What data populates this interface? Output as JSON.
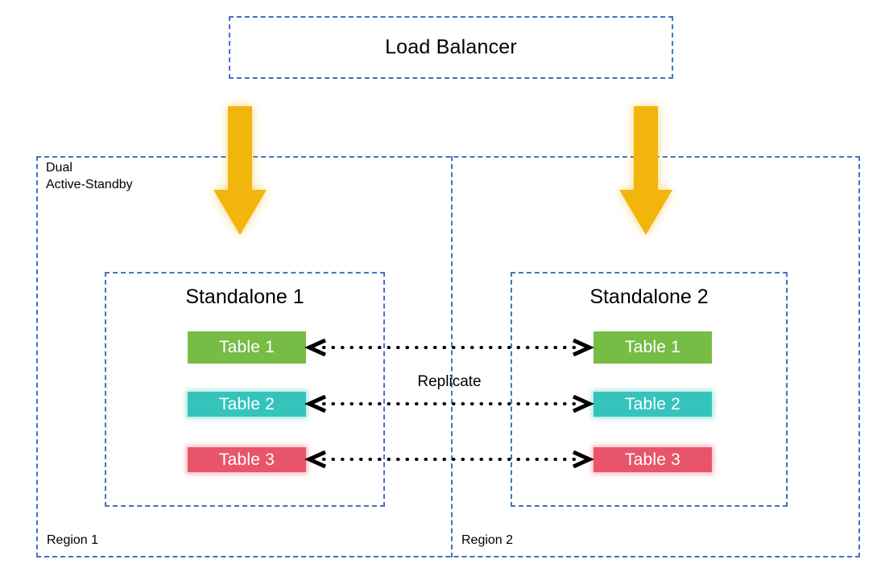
{
  "diagram": {
    "title": "Dual Active-Standby multi-region standalone replication topology",
    "colors": {
      "dashed_border": "#4472C4",
      "arrow_gold": "#F2B50C",
      "table_1": "#77BC44",
      "table_2": "#34C4BC",
      "table_3": "#E8556A",
      "connector_black": "#000000",
      "background": "#FFFFFF",
      "chip_text": "#FFFFFF"
    }
  },
  "load_balancer": {
    "label": "Load Balancer"
  },
  "dual_region": {
    "label": "Dual\nActive-Standby"
  },
  "regions": [
    {
      "label": "Region 1"
    },
    {
      "label": "Region 2"
    }
  ],
  "standalones": [
    {
      "title": "Standalone 1",
      "tables": [
        {
          "label": "Table 1",
          "color": "#77BC44",
          "size": "tall"
        },
        {
          "label": "Table 2",
          "color": "#34C4BC",
          "size": "short"
        },
        {
          "label": "Table 3",
          "color": "#E8556A",
          "size": "short"
        }
      ]
    },
    {
      "title": "Standalone 2",
      "tables": [
        {
          "label": "Table 1",
          "color": "#77BC44",
          "size": "tall"
        },
        {
          "label": "Table 2",
          "color": "#34C4BC",
          "size": "short"
        },
        {
          "label": "Table 3",
          "color": "#E8556A",
          "size": "short"
        }
      ]
    }
  ],
  "replication": {
    "label": "Replicate",
    "direction": "bidirectional",
    "line_style": "dotted",
    "connections": [
      {
        "from": "Standalone 1 / Table 1",
        "to": "Standalone 2 / Table 1"
      },
      {
        "from": "Standalone 1 / Table 2",
        "to": "Standalone 2 / Table 2"
      },
      {
        "from": "Standalone 1 / Table 3",
        "to": "Standalone 2 / Table 3"
      }
    ]
  },
  "traffic_arrows": [
    {
      "target": "Standalone 1",
      "direction": "down",
      "color": "#F2B50C"
    },
    {
      "target": "Standalone 2",
      "direction": "down",
      "color": "#F2B50C"
    }
  ]
}
